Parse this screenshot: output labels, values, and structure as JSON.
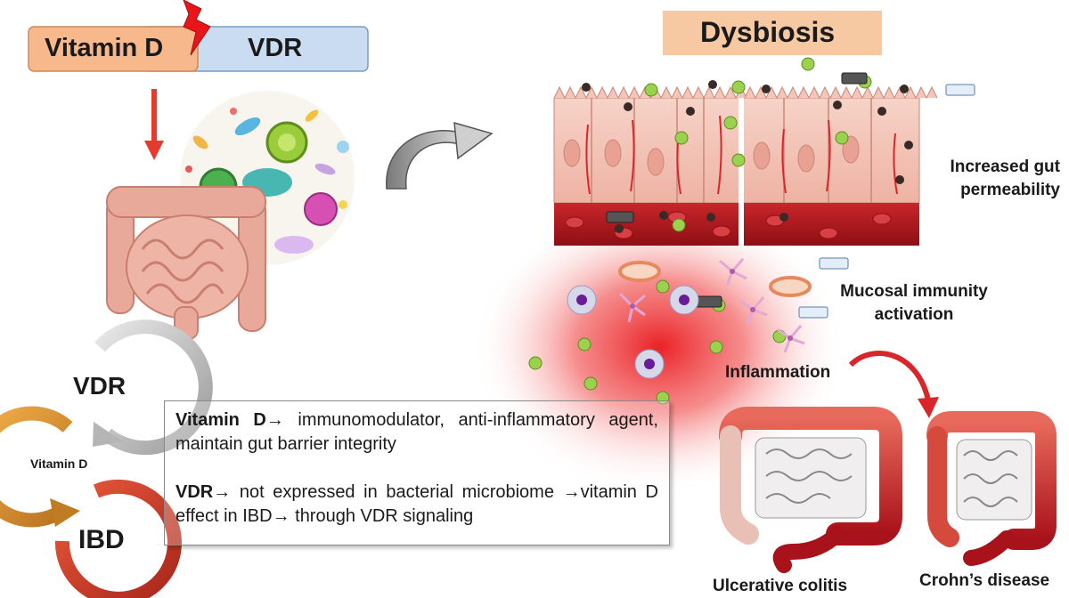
{
  "top_bar": {
    "vitamin_d": "Vitamin D",
    "vdr": "VDR"
  },
  "dysbiosis": {
    "title": "Dysbiosis"
  },
  "labels": {
    "permeability_line1": "Increased gut",
    "permeability_line2": "permeability",
    "immunity_line1": "Mucosal immunity",
    "immunity_line2": "activation",
    "inflammation": "Inflammation",
    "ulcerative_colitis": "Ulcerative colitis",
    "crohns_disease": "Crohn’s disease"
  },
  "cycle": {
    "vdr": "VDR",
    "vitamin_d": "Vitamin D",
    "ibd": "IBD"
  },
  "info_box": {
    "p1_bold": "Vitamin D",
    "p1_arrow": "→",
    "p1_text": " immunomodulator, anti-inflammatory agent, maintain gut barrier integrity",
    "p2_bold": "VDR",
    "p2_arrow": "→",
    "p2_text": " not expressed in bacterial microbiome →vitamin D effect in IBD→ through VDR signaling"
  },
  "colors": {
    "vitamin_d_box": "#f7b98c",
    "vdr_box": "#c9dcf1",
    "dysbiosis_box": "#f7c9a2",
    "inflammation_glow": "#e8161b",
    "cell": "#f3c2b4",
    "blood": "#b3141b"
  }
}
